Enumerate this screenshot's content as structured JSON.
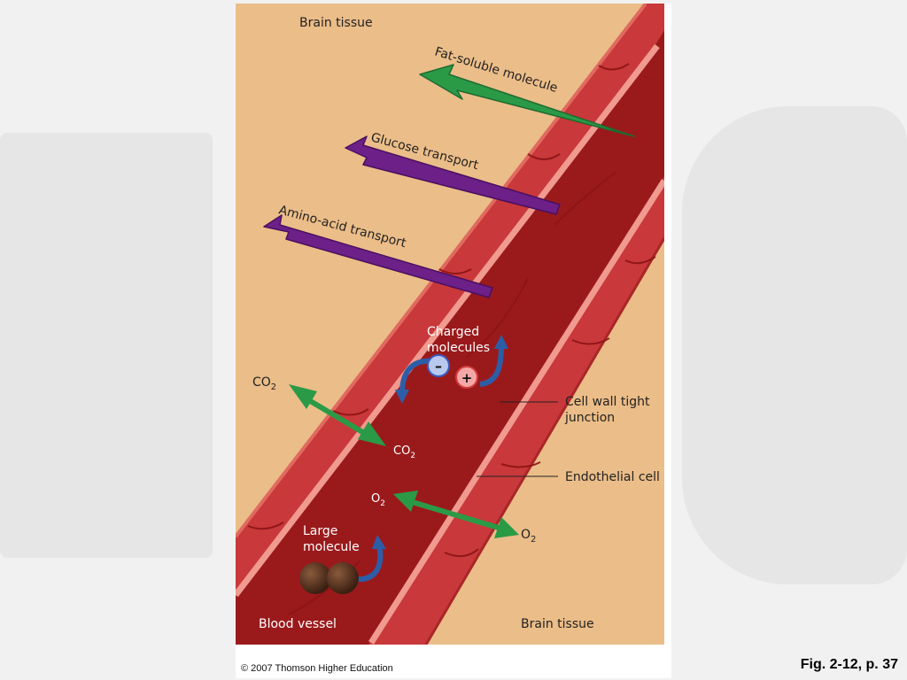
{
  "figure": {
    "labels": {
      "brain_tissue_top": "Brain tissue",
      "fat_soluble": "Fat-soluble molecule",
      "glucose": "Glucose transport",
      "amino_acid": "Amino-acid transport",
      "charged_1": "Charged",
      "charged_2": "molecules",
      "co2_out": "CO",
      "co2_in": "CO",
      "subscript_2": "2",
      "tight_junction_1": "Cell wall tight",
      "tight_junction_2": "junction",
      "endothelial": "Endothelial cell",
      "o2_in": "O",
      "o2_out": "O",
      "large_1": "Large",
      "large_2": "molecule",
      "blood_vessel": "Blood vessel",
      "brain_tissue_bottom": "Brain tissue",
      "minus_sign": "–",
      "plus_sign": "+"
    },
    "colors": {
      "tissue": "#ebbd88",
      "vessel_dark": "#9a1a1c",
      "vessel_wall": "#c9383a",
      "wall_highlight": "#f09a90",
      "green_arrow": "#2b9a47",
      "purple_arrow": "#6d2088",
      "blue_arrow": "#2c5ea8"
    }
  },
  "copyright": "© 2007 Thomson Higher Education",
  "fig_ref": "Fig. 2-12, p. 37"
}
